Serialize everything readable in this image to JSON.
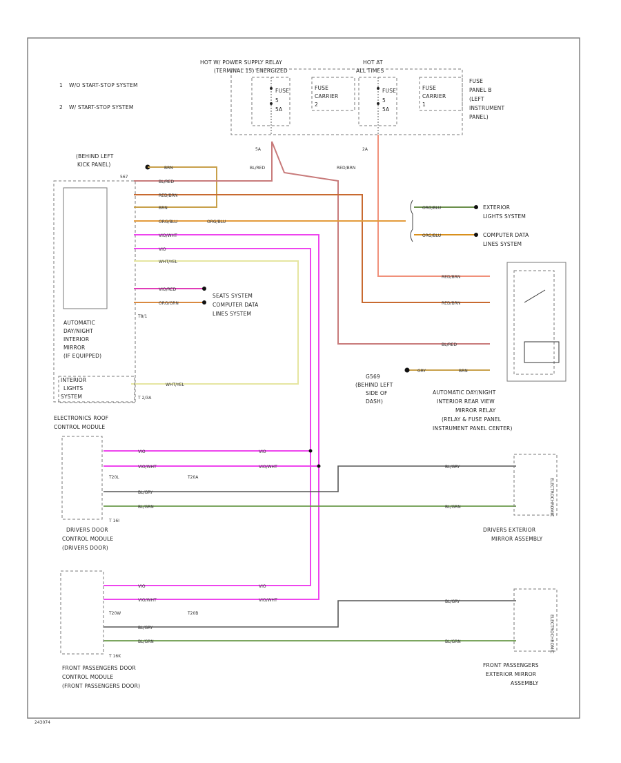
{
  "notes": [
    {
      "num": "1",
      "text": "W/O START-STOP SYSTEM"
    },
    {
      "num": "2",
      "text": "W/ START-STOP SYSTEM"
    }
  ],
  "top": {
    "hot_relay": [
      "HOT W/ POWER SUPPLY RELAY",
      "(TERMINAL 15) ENERGIZED"
    ],
    "hot_all": [
      "HOT AT",
      "ALL TIMES"
    ],
    "fuse_a": [
      "FUSE",
      "5",
      "5A"
    ],
    "fuse_b": [
      "FUSE",
      "5",
      "5A"
    ],
    "carrier_a": [
      "FUSE",
      "CARRIER",
      "2"
    ],
    "carrier_b": [
      "FUSE",
      "CARRIER",
      "1"
    ],
    "fuse_panel": [
      "FUSE",
      "PANEL B",
      "(LEFT",
      "INSTRUMENT",
      "PANEL)"
    ],
    "amp_a": "5A",
    "amp_b": "2A"
  },
  "ground_left": [
    "(BEHIND LEFT",
    "KICK PANEL)"
  ],
  "ground_left_code": "567",
  "mirror_module": [
    "AUTOMATIC",
    "DAY/NIGHT",
    "INTERIOR",
    "MIRROR",
    "(IF EQUIPPED)"
  ],
  "connector_t8": "T8/1",
  "connector_t2a": "T 2/3A",
  "interior_lights": [
    "INTERIOR",
    "LIGHTS",
    "SYSTEM"
  ],
  "seats_system": [
    "SEATS SYSTEM",
    "COMPUTER DATA",
    "LINES SYSTEM"
  ],
  "exterior_lights": [
    "EXTERIOR",
    "LIGHTS SYSTEM"
  ],
  "computer_data": [
    "COMPUTER DATA",
    "LINES SYSTEM"
  ],
  "wires": {
    "brn": "BRN",
    "bl_red": "BL/RED",
    "red_brn": "RED/BRN",
    "org_blu": "ORG/BLU",
    "vio_org": "VIO/WHT",
    "vio": "VIO",
    "wht_yel": "WHT/YEL",
    "vio_red": "VIO/RED",
    "org_grn": "ORG/GRN",
    "bl_gry": "BL/GRY",
    "bl_grn": "BL/GRN",
    "org_brn": "ORG/BLU",
    "gry": "GRY"
  },
  "dash_ground": [
    "G569",
    "(BEHIND LEFT",
    "SIDE OF",
    "DASH)"
  ],
  "relay_label": [
    "AUTOMATIC DAY/NIGHT",
    "INTERIOR REAR VIEW",
    "MIRROR RELAY",
    "(RELAY & FUSE PANEL",
    "INSTRUMENT PANEL CENTER)"
  ],
  "roof_module": [
    "ELECTRONICS ROOF",
    "CONTROL MODULE"
  ],
  "driver_door": [
    "DRIVERS DOOR",
    "CONTROL MODULE",
    "(DRIVERS DOOR)"
  ],
  "pass_door": [
    "FRONT PASSENGERS DOOR",
    "CONTROL MODULE",
    "(FRONT PASSENGERS DOOR)"
  ],
  "driver_mirror": [
    "DRIVERS EXTERIOR",
    "MIRROR ASSEMBLY"
  ],
  "pass_mirror": [
    "FRONT PASSENGERS",
    "EXTERIOR MIRROR",
    "ASSEMBLY"
  ],
  "mirror_inner": "ELECTROCHROMIC",
  "conn": {
    "t20l": "T20L",
    "t20a": "T20A",
    "t16i": "T 16I",
    "t20w": "T20W",
    "t20b": "T20B",
    "t16k": "T 16K"
  },
  "footer_code": "243074"
}
